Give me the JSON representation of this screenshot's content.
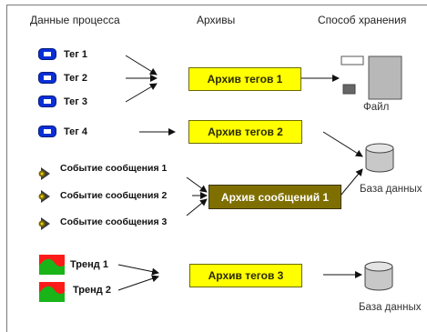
{
  "headers": {
    "process_data": "Данные процесса",
    "archives": "Архивы",
    "storage_method": "Способ хранения"
  },
  "tags": [
    {
      "label": "Тег 1",
      "icon": "tag-icon"
    },
    {
      "label": "Тег 2",
      "icon": "tag-icon"
    },
    {
      "label": "Тег 3",
      "icon": "tag-icon"
    },
    {
      "label": "Тег 4",
      "icon": "tag-icon"
    }
  ],
  "events": [
    {
      "label": "Событие сообщения 1",
      "icon": "event-icon"
    },
    {
      "label": "Событие сообщения 2",
      "icon": "event-icon"
    },
    {
      "label": "Событие сообщения 3",
      "icon": "event-icon"
    }
  ],
  "trends": [
    {
      "label": "Тренд 1",
      "icon": "trend-icon"
    },
    {
      "label": "Тренд 2",
      "icon": "trend-icon"
    }
  ],
  "archives": [
    {
      "label": "Архив тегов 1",
      "color": "#ffff00"
    },
    {
      "label": "Архив тегов 2",
      "color": "#ffff00"
    },
    {
      "label": "Архив сообщений 1",
      "color": "#7f6f00"
    },
    {
      "label": "Архив тегов 3",
      "color": "#ffff00"
    }
  ],
  "storage": {
    "file": "Файл",
    "database_1": "База данных",
    "database_2": "База данных"
  }
}
